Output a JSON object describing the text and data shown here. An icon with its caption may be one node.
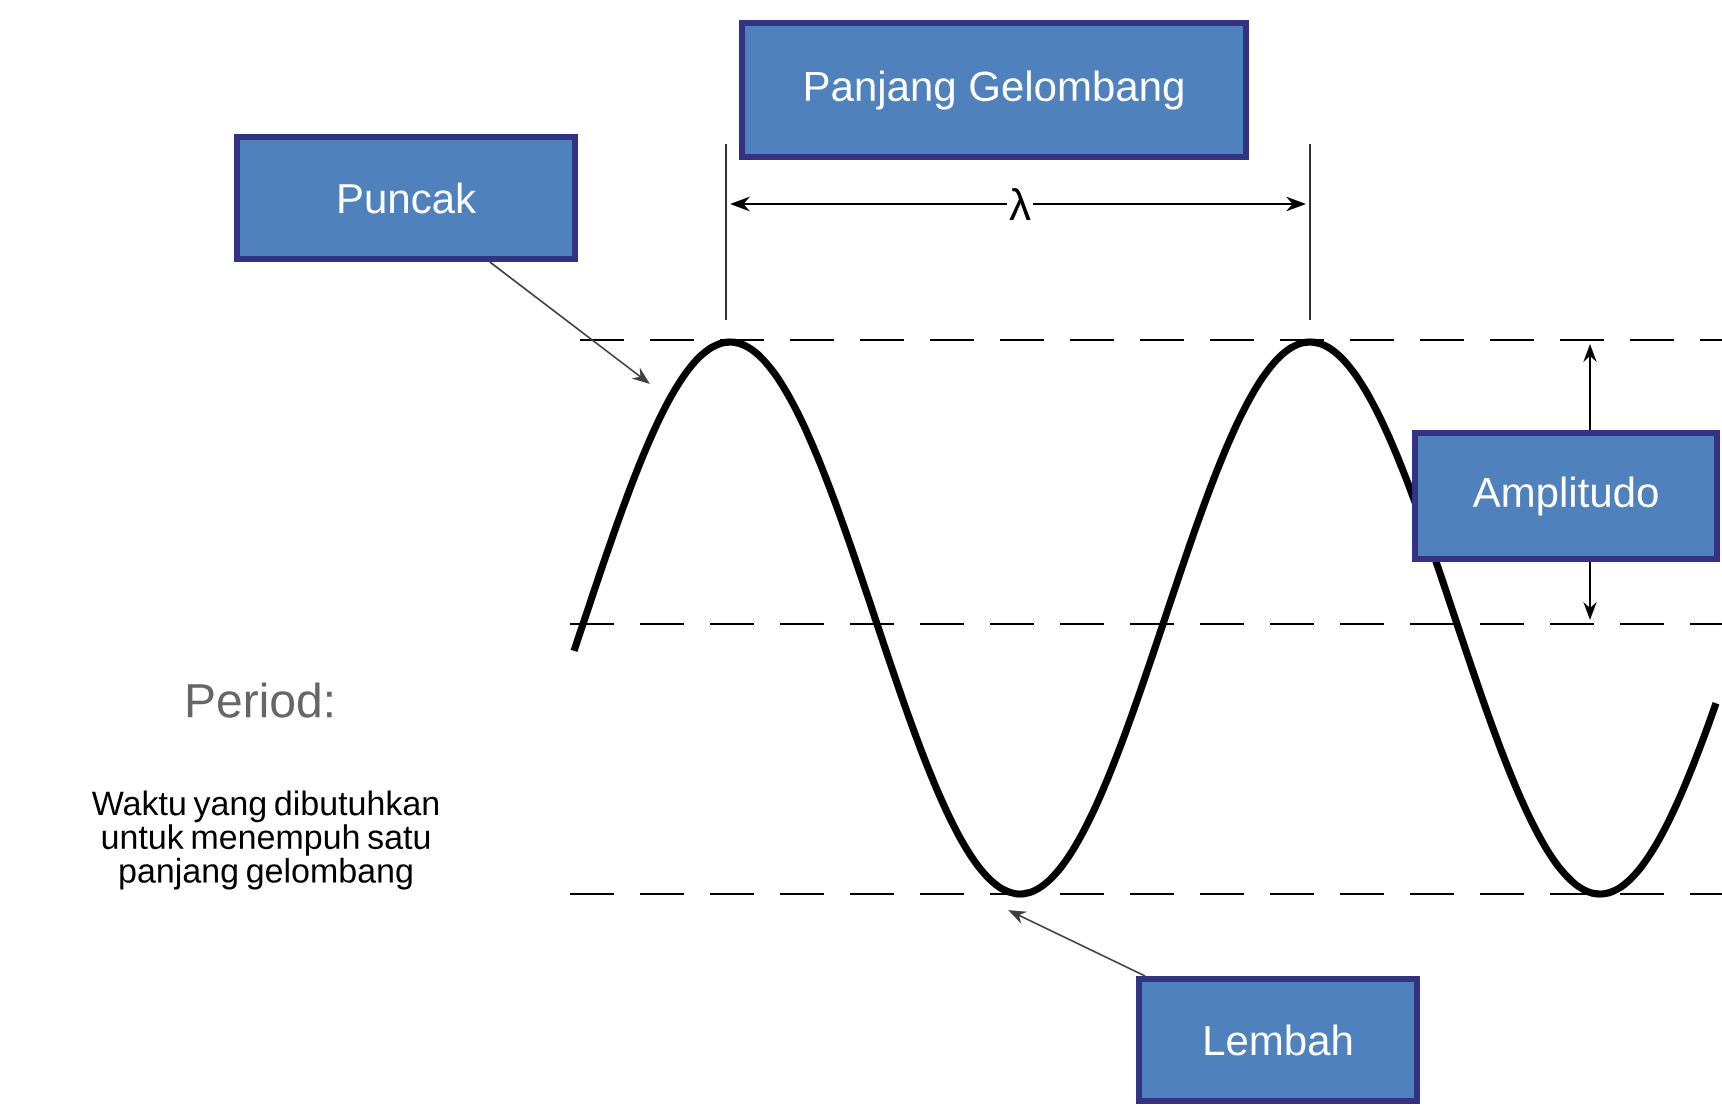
{
  "diagram": {
    "nodes": [
      {
        "text": [
          "Panjang Gelombang"
        ]
      },
      {
        "text": [
          "Puncak"
        ]
      },
      {
        "text": [
          "Amplitudo"
        ]
      },
      {
        "text": [
          "Lembah"
        ]
      }
    ],
    "edges": [
      {
        "from": 1,
        "to": null,
        "arrow": "to"
      },
      {
        "from": 3,
        "to": null,
        "arrow": "to"
      }
    ],
    "labels": [
      "λ",
      "Period:",
      "Waktu yang dibutuhkan untuk menempuh satu panjang gelombang"
    ]
  }
}
